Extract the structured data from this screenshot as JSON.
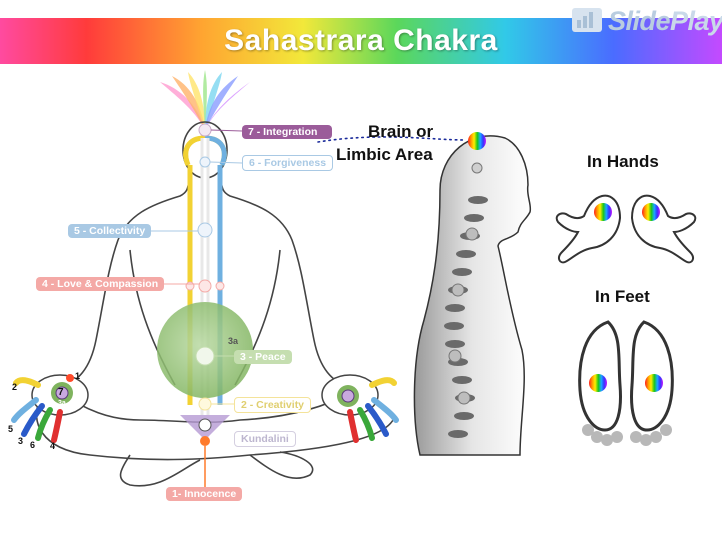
{
  "title": "Sahastrara Chakra",
  "logo": {
    "brand": "Slide",
    "brand_suffix": "Player"
  },
  "labels": {
    "brain_line1": "Brain or",
    "brain_line2": "Limbic Area",
    "hands": "In Hands",
    "feet": "In Feet"
  },
  "chakras": [
    {
      "text": "7 - Integration",
      "color": "#9b5c9a",
      "style": "filled"
    },
    {
      "text": "6 - Forgiveness",
      "color": "#a9c9e4",
      "style": "outline"
    },
    {
      "text": "5 - Collectivity",
      "color": "#a9c9e4",
      "style": "filled"
    },
    {
      "text": "4 - Love & Compassion",
      "color": "#f4a9a6",
      "style": "filled"
    },
    {
      "text": "3 - Peace",
      "color": "#c5deb0",
      "style": "filled"
    },
    {
      "text": "2 - Creativity",
      "color": "#f4e39a",
      "style": "outline"
    },
    {
      "text": "Kundalini",
      "color": "#d4cfe0",
      "style": "outline"
    },
    {
      "text": "1- Innocence",
      "color": "#f4a9a6",
      "style": "filled"
    }
  ],
  "markers": {
    "sub3a_body": "3a",
    "sub3a_hand": "3a",
    "hand_seven": "7",
    "fingers": [
      "1",
      "2",
      "3",
      "4",
      "5",
      "6"
    ]
  },
  "colors": {
    "rainbow": [
      "#ff0000",
      "#ff8000",
      "#ffff00",
      "#00c000",
      "#00a0ff",
      "#3030ff",
      "#c000ff"
    ],
    "outline": "#444444",
    "spine": "#8a8a8a"
  }
}
